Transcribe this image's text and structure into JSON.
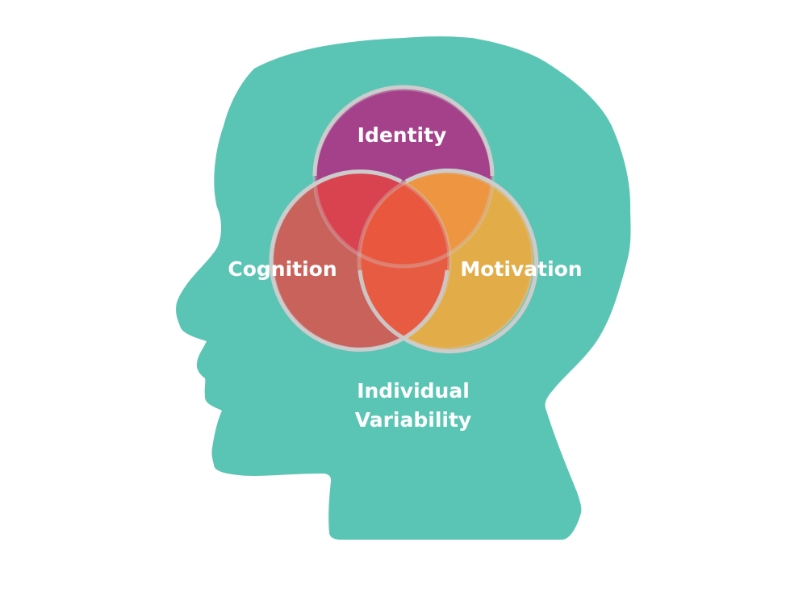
{
  "labels": {
    "identity": "Identity",
    "cognition": "Cognition",
    "motivation": "Motivation",
    "center_line1": "Individual",
    "center_line2": "Variability"
  },
  "colors": {
    "head": "#5BC5B5",
    "identity": "#A5418B",
    "cognition": "#C8625B",
    "motivation": "#E2AD48",
    "identity_cognition": "#D9434F",
    "identity_motivation": "#EE9542",
    "cognition_motivation": "#E85B43",
    "all_three": "#E9573E",
    "outline": "#CCCCCC"
  }
}
